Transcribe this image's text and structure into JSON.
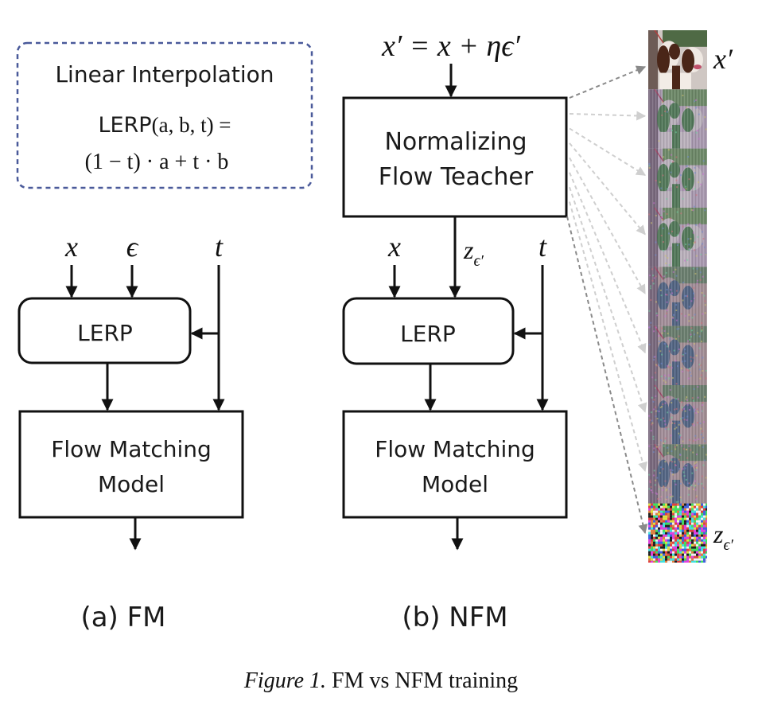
{
  "legend_box": {
    "title": "Linear Interpolation",
    "formula_line1_prefix": "LERP",
    "formula_line1_args": "(a, b, t) =",
    "formula_line2": "(1 − t) · a + t · b",
    "border_color": "#4a5a9a"
  },
  "panel_a": {
    "inputs": {
      "x": "x",
      "eps": "ϵ",
      "t": "t"
    },
    "lerp_label": "LERP",
    "model_label_line1": "Flow Matching",
    "model_label_line2": "Model",
    "caption": "(a) FM"
  },
  "panel_b": {
    "input_equation": "x′ = x + ηϵ′",
    "teacher_label_line1": "Normalizing",
    "teacher_label_line2": "Flow Teacher",
    "inputs": {
      "x": "x",
      "z": "z",
      "z_sub": "ϵ′",
      "t": "t"
    },
    "lerp_label": "LERP",
    "model_label_line1": "Flow Matching",
    "model_label_line2": "Model",
    "caption": "(b) NFM"
  },
  "image_strip": {
    "tile_count": 9,
    "top_label": "x′",
    "bottom_label": "z",
    "bottom_label_sub": "ϵ′",
    "tiles": [
      {
        "kind": "clean",
        "description": "two spaniel dogs"
      },
      {
        "kind": "transformed",
        "stage": 1
      },
      {
        "kind": "transformed",
        "stage": 2
      },
      {
        "kind": "transformed",
        "stage": 3
      },
      {
        "kind": "transformed",
        "stage": 4
      },
      {
        "kind": "transformed",
        "stage": 5
      },
      {
        "kind": "transformed",
        "stage": 6
      },
      {
        "kind": "transformed",
        "stage": 7
      },
      {
        "kind": "noise"
      }
    ]
  },
  "figure_caption": {
    "label": "Figure 1.",
    "text": " FM vs NFM training"
  }
}
